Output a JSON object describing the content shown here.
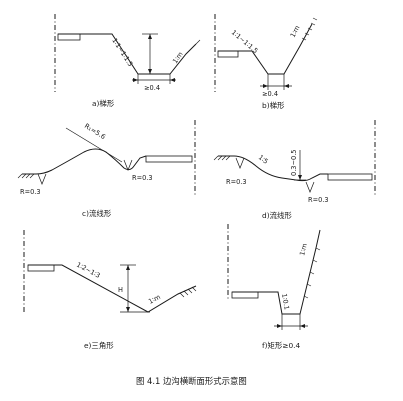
{
  "figure": {
    "title": "图 4.1    边沟横断面形式示意图",
    "panels": {
      "a": {
        "caption": "a)梯形",
        "slope_left": "1∶1~1∶1.5",
        "slope_right": "1∶m",
        "bottom": "≥0.4"
      },
      "b": {
        "caption": "b)梯形",
        "slope_left": "1∶1~1∶1.5",
        "slope_right": "1∶m",
        "bottom": "≥0.4"
      },
      "c": {
        "caption": "c)流线形",
        "radius_top": "R₁=5.6",
        "radius_left": "R=0.3",
        "radius_right": "R=0.3"
      },
      "d": {
        "caption": "d)流线形",
        "slope": "1∶5",
        "depth": "0.3~0.5",
        "radius_left": "R=0.3",
        "radius_right": "R=0.3"
      },
      "e": {
        "caption": "e)三角形",
        "slope_left": "1∶2~1∶3",
        "height": "H",
        "slope_right": "1∶m"
      },
      "f": {
        "caption": "f)矩形≥0.4",
        "slope_left": "1∶0.1",
        "slope_right": "1∶m"
      }
    }
  }
}
